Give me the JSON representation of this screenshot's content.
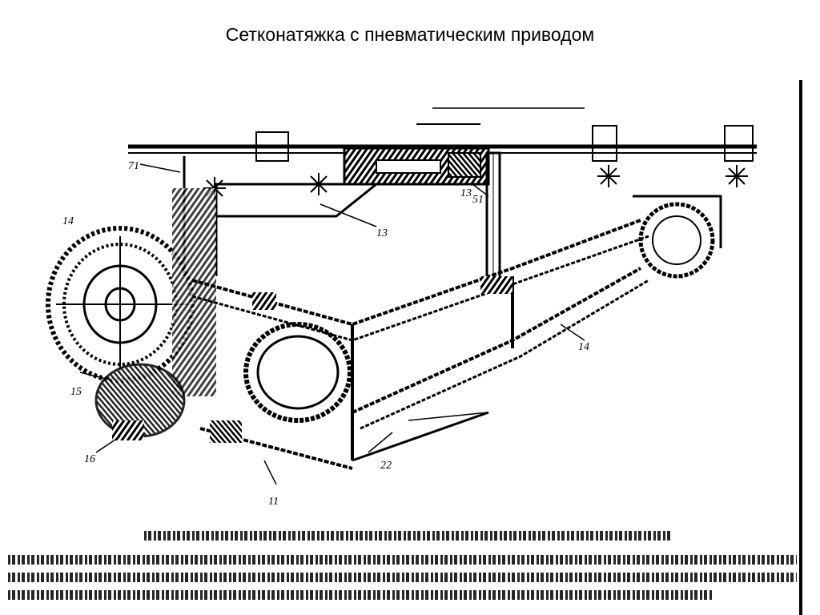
{
  "slide": {
    "title": "Сетконатяжка с пневматическим приводом"
  },
  "figure": {
    "labels": {
      "l1": "71",
      "l2": "14",
      "l3": "13",
      "l4": "15",
      "l5": "16",
      "l6": "13",
      "l7": "11",
      "l8": "22",
      "l9": "14",
      "l10": "51"
    }
  }
}
